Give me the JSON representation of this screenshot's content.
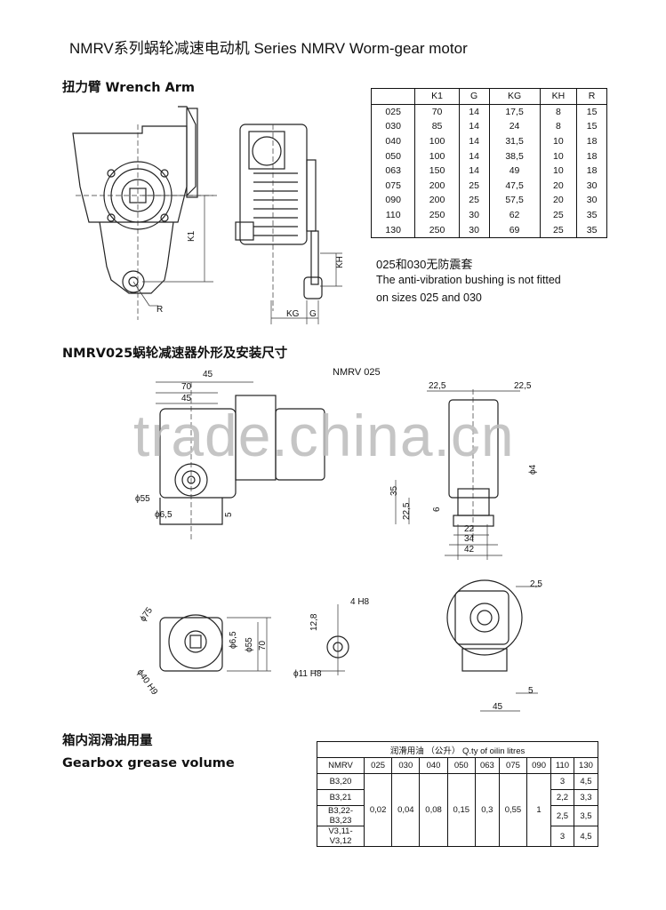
{
  "title": "NMRV系列蜗轮减速电动机  Series NMRV Worm-gear motor",
  "wrench_arm": {
    "heading": "扭力臂 Wrench Arm",
    "labels": {
      "k1": "K1",
      "kh": "KH",
      "kg": "KG",
      "g": "G",
      "r": "R"
    }
  },
  "wrench_table": {
    "headers": [
      "",
      "K1",
      "G",
      "KG",
      "KH",
      "R"
    ],
    "rows": [
      [
        "025",
        "70",
        "14",
        "17,5",
        "8",
        "15"
      ],
      [
        "030",
        "85",
        "14",
        "24",
        "8",
        "15"
      ],
      [
        "040",
        "100",
        "14",
        "31,5",
        "10",
        "18"
      ],
      [
        "050",
        "100",
        "14",
        "38,5",
        "10",
        "18"
      ],
      [
        "063",
        "150",
        "14",
        "49",
        "10",
        "18"
      ],
      [
        "075",
        "200",
        "25",
        "47,5",
        "20",
        "30"
      ],
      [
        "090",
        "200",
        "25",
        "57,5",
        "20",
        "30"
      ],
      [
        "110",
        "250",
        "30",
        "62",
        "25",
        "35"
      ],
      [
        "130",
        "250",
        "30",
        "69",
        "25",
        "35"
      ]
    ]
  },
  "note": {
    "cn": "025和030无防震套",
    "en_line1": "The  anti-vibration  bushing  is  not  fitted",
    "en_line2": "on  sizes  025  and  030"
  },
  "nmrv025": {
    "heading": "NMRV025蜗轮减速器外形及安装尺寸",
    "model_label": "NMRV  025",
    "dims": {
      "d45": "45",
      "d70": "70",
      "d45b": "45",
      "phi55": "ϕ55",
      "phi65": "ϕ6,5",
      "d5": "5",
      "d225a": "22,5",
      "d225b": "22,5",
      "d35": "35",
      "d225c": "22,5",
      "d6": "6",
      "d22": "22",
      "d34": "34",
      "d42": "42",
      "phi4": "ϕ4",
      "phi75": "ϕ75",
      "phi40": "ϕ40  H9",
      "phi65b": "ϕ6,5",
      "phi55b": "ϕ55",
      "d70b": "70",
      "d128": "12,8",
      "d4h8": "4 H8",
      "phi11": "ϕ11 H8",
      "d25": "2,5",
      "d5b": "5",
      "d45c": "45"
    }
  },
  "grease": {
    "heading_cn": "箱内润滑油用量",
    "heading_en": "Gearbox grease volume",
    "table_title": "润滑用油 （公升）    Q.ty  of  oilin  litres",
    "headers": [
      "NMRV",
      "025",
      "030",
      "040",
      "050",
      "063",
      "075",
      "090",
      "110",
      "130"
    ],
    "positions": [
      "B3,20",
      "B3,21",
      "B3,22-B3,23",
      "V3,11-V3,12"
    ],
    "common": [
      "0,02",
      "0,04",
      "0,08",
      "0,15",
      "0,3",
      "0,55",
      "1"
    ],
    "v110": [
      "3",
      "2,2",
      "2,5",
      "3"
    ],
    "v130": [
      "4,5",
      "3,3",
      "3,5",
      "4,5"
    ]
  },
  "watermark": "trade.china.cn"
}
